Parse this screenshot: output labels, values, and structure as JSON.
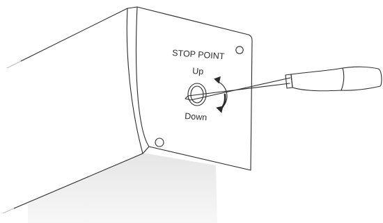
{
  "endcap_panel": {
    "heading": "STOP POINT",
    "up_label": "Up",
    "down_label": "Down"
  },
  "icons": {
    "adjustment_arrow": "curved-double-arrow-icon",
    "screwdriver": "screwdriver-icon",
    "screw_hole_top": "screw-hole-icon",
    "screw_hole_bottom": "screw-hole-icon"
  },
  "colors": {
    "line": "#2b2b2b",
    "shadow": "#ececec",
    "background": "#ffffff"
  }
}
